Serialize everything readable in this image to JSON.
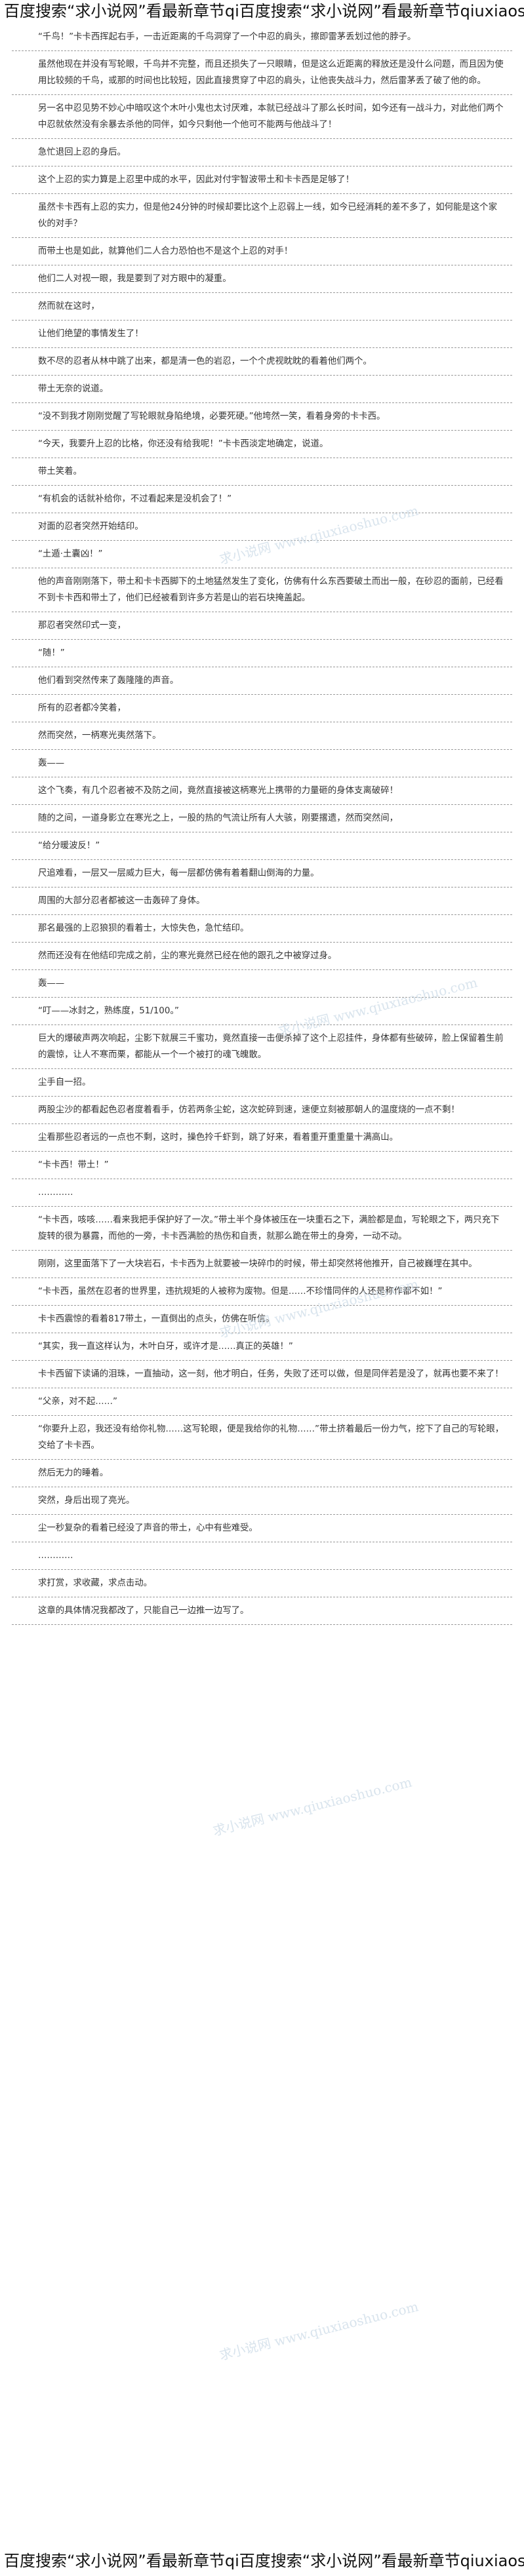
{
  "banner_top": "百度搜索“求小说网”看最新章节qi百度搜索“求小说网”看最新章节qiuxiaoshuo.com",
  "banner_bottom": "百度搜索“求小说网”看最新章节qi百度搜索“求小说网”看最新章节qiuxiaoshuo.com",
  "watermarks": [
    {
      "cn": "求小说网",
      "url": "www.qiuxiaoshuo.com"
    },
    {
      "cn": "求小说网",
      "url": "www.qiuxiaoshuo.com"
    },
    {
      "cn": "求小说网",
      "url": "www.qiuxiaoshuo.com"
    },
    {
      "cn": "求小说网",
      "url": "www.qiuxiaoshuo.com"
    },
    {
      "cn": "求小说网",
      "url": "www.qiuxiaoshuo.com"
    }
  ],
  "paragraphs": [
    "“千鸟！”卡卡西挥起右手，一击近距离的千鸟洞穿了一个中忍的肩头，擦即雷茅丢划过他的脖子。",
    "虽然他现在并没有写轮眼，千鸟并不完整，而且还损失了一只眼睛，但是这么近距离的释放还是没什么问题，而且因为使用比较频的千鸟，或那的时间也比较短，因此直接贯穿了中忍的肩头，让他丧失战斗力，然后雷茅丢了破了他的命。",
    "另一名中忍见势不妙心中暗叹这个木叶小鬼也太讨厌难，本就已经战斗了那么长时间，如今还有一战斗力，对此他们两个中忍就依然没有余暴去杀他的同伴，如今只剩他一个他可不能两与他战斗了！",
    "急忙退回上忍的身后。",
    "这个上忍的实力算是上忍里中成的水平，因此对付宇智波带土和卡卡西是足够了！",
    "虽然卡卡西有上忍的实力，但是他24分钟的时候却要比这个上忍弱上一线，如今已经消耗的差不多了，如何能是这个家伙的对手？",
    "而带土也是如此，就算他们二人合力恐怕也不是这个上忍的对手！",
    "他们二人对视一眼，我是要到了对方眼中的凝重。",
    "然而就在这时，",
    "让他们绝望的事情发生了！",
    "数不尽的忍者从林中跳了出来，都是清一色的岩忍，一个个虎视眈眈的看着他们两个。",
    "带土无奈的说道。",
    "“没不到我才刚刚觉醒了写轮眼就身陷绝境，必要死硬。”他垮然一笑，看着身旁的卡卡西。",
    "“今天，我要升上忍的比格，你还没有给我呢！”卡卡西淡定地确定，说道。",
    "带土笑着。",
    "“有机会的话就补给你，不过看起来是没机会了！”",
    "对面的忍者突然开始结印。",
    "“土遁·土囊凶！”",
    "他的声音刚刚落下，带土和卡卡西脚下的土地猛然发生了变化，仿佛有什么东西要破土而出一般，在砂忍的面前，已经看不到卡卡西和带土了，他们已经被看到许多方若是山的岩石块掩盖起。",
    "那忍者突然印式一变，",
    "“随！”",
    "他们看到突然传来了轰隆隆的声音。",
    "所有的忍者都冷笑着，",
    "然而突然，一柄寒光夷然落下。",
    "轰——",
    "这个飞奏，有几个忍者被不及防之间，竟然直接被这柄寒光上携带的力量砸的身体支离破碎！",
    "随的之间，一道身影立在寒光之上，一股的热的气流让所有人大骇，刚要撂遗，然而突然间，",
    "“给分暖波反！”",
    "尺追难看，一层又一层威力巨大，每一层都仿佛有着着翻山倒海的力量。",
    "周围的大部分忍者都被这一击轰碎了身体。",
    "那名最强的上忍狼狈的看着士，大惊失色，急忙结印。",
    "然而还没有在他结印完成之前，尘的寒光竟然已经在他的跟孔之中被穿过身。",
    "轰——",
    "“叮——冰封之，熟练度，51/100。”",
    "巨大的爆破声两次响起，尘影下就展三千蜜功，竟然直接一击便杀掉了这个上忍挂件，身体都有些破碎，脸上保留着生前的震惊，让人不寒而栗，都能从一个一个被打的魂飞魄散。",
    "尘手自一招。",
    "两股尘沙的都看起色忍者度着看手，仿若两条尘蛇，这次蛇碎到速，速便立刻被那朝人的温度烧的一点不剩！",
    "尘看那些忍者远的一点也不剩，这时，操色拎千虾到，跳了好来，看着重开重重量十满高山。",
    "“卡卡西！带土！”",
    "…………",
    "“卡卡西，咳咳……看来我把手保护好了一次。”带土半个身体被压在一块重石之下，满脸都是血，写轮眼之下，两只充下旋转的很为暴露，而他的一旁，卡卡西满脸的热伤和自责，就那么跪在带土的身旁，一动不动。",
    "刚刚，这里面落下了一大块岩石，卡卡西为上就要被一块碎巾的时候，带土却突然将他推开，自己被巍埋在其中。",
    "“卡卡西，虽然在忍者的世界里，违抗规矩的人被称为废物。但是……不珍惜同伴的人还是称作都不如！”",
    "卡卡西震惊的看着817带土，一直倒出的点头，仿佛在听信。",
    "“其实，我一直这样认为，木叶白牙，或许才是……真正的英雄！”",
    "卡卡西留下读诵的泪珠，一直抽动，这一刻，他才明白，任务，失败了还可以做，但是同伴若是没了，就再也要不来了！",
    "“父亲，对不起……”",
    "“你要升上忍，我还没有给你礼物……这写轮眼，便是我给你的礼物……”带土挤着最后一份力气，挖下了自己的写轮眼，交给了卡卡西。",
    "然后无力的睡着。",
    "突然，身后出现了亮光。",
    "尘一秒复杂的看着已经没了声音的带土，心中有些难受。",
    "…………",
    "求打赏，求收藏，求点击动。",
    "这章的具体情况我都改了，只能自己一边推一边写了。"
  ]
}
